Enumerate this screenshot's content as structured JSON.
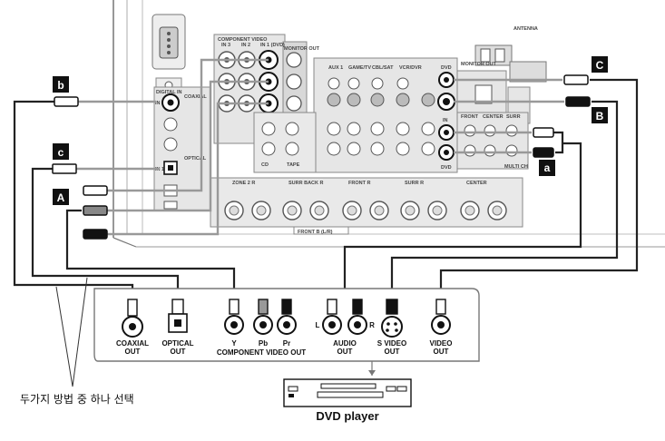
{
  "receiver": {
    "component_video_title": "COMPONENT VIDEO",
    "component_in_dvd": "IN 1 (DVD)",
    "in2": "IN 2",
    "in3": "IN 3",
    "monitor_out": "MONITOR OUT",
    "digital_title": "DIGITAL IN",
    "coaxial": "COAXIAL",
    "optical": "OPTICAL",
    "in1": "IN 1",
    "antenna": "ANTENNA",
    "dvd_top": "DVD",
    "dvd_bottom": "DVD",
    "in": "IN",
    "monitor_out_small": "MONITOR OUT",
    "source_labels": [
      "AUX 1",
      "GAME/TV",
      "CBL/SAT",
      "VCR/DVR"
    ],
    "speaker_labels": [
      "ZONE 2 R",
      "SURR BACK R",
      "FRONT R",
      "SURR R",
      "CENTER"
    ],
    "speaker_bottom": "FRONT B (L/R)",
    "tape": "TAPE",
    "cd": "CD",
    "front": "FRONT",
    "center": "CENTER",
    "surr": "SURR",
    "multi_ch": "MULTI CH"
  },
  "callouts": {
    "A": "A",
    "B": "B",
    "C": "C",
    "a": "a",
    "b": "b",
    "c": "c"
  },
  "dvd_jacks": [
    {
      "label": "COAXIAL\nOUT"
    },
    {
      "label": "OPTICAL\nOUT"
    },
    {
      "label": "Y"
    },
    {
      "label": "Pb"
    },
    {
      "label": "Pr"
    },
    {
      "label": "L"
    },
    {
      "label": "R"
    },
    {
      "label": "AUDIO\nOUT"
    },
    {
      "label": "S VIDEO\nOUT"
    },
    {
      "label": "VIDEO\nOUT"
    }
  ],
  "component_video_out": "COMPONENT VIDEO OUT",
  "coaxial_out": "COAXIAL",
  "coaxial_out2": "OUT",
  "optical_out": "OPTICAL",
  "optical_out2": "OUT",
  "y": "Y",
  "pb": "Pb",
  "pr": "Pr",
  "l": "L",
  "r": "R",
  "audio_out": "AUDIO",
  "audio_out2": "OUT",
  "svideo_out": "S VIDEO",
  "svideo_out2": "OUT",
  "video_out": "VIDEO",
  "video_out2": "OUT",
  "choose_one": "두가지 방법 중 하나 선택",
  "dvd_player": "DVD player"
}
